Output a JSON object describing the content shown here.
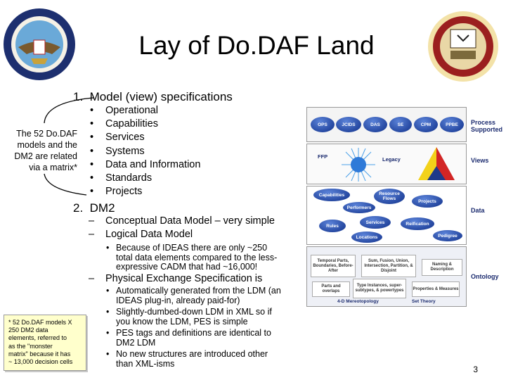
{
  "title": "Lay of Do.DAF Land",
  "logos": {
    "left": "dod-seal",
    "right": "dod-cio-seal"
  },
  "item1": {
    "number": "1.",
    "label": "Model (view) specifications",
    "bullets": [
      "Operational",
      "Capabilities",
      "Services",
      "Systems",
      "Data and Information",
      "Standards",
      "Projects"
    ]
  },
  "side_note": [
    "The 52 Do.DAF",
    "models and the",
    "DM2 are related",
    "via a matrix*"
  ],
  "item2": {
    "number": "2.",
    "label": "DM2",
    "sub1": "Conceptual Data Model – very simple",
    "sub2": "Logical Data Model",
    "sub2_bullet": [
      "Because of IDEAS there are only ~250",
      "total data elements compared to the less-",
      "expressive CADM that had ~16,000!"
    ],
    "sub3": "Physical Exchange Specification is",
    "sub3_bullets": [
      [
        "Automatically generated from the LDM (an",
        "IDEAS plug-in, already paid-for)"
      ],
      [
        "Slightly-dumbed-down LDM in XML so if",
        "you know the LDM, PES is simple"
      ],
      [
        "PES tags and definitions are identical to",
        "DM2 LDM"
      ],
      [
        "No new structures are introduced other",
        "than XML-isms"
      ]
    ]
  },
  "footnote": [
    "* 52 Do.DAF models X",
    "250 DM2 data",
    "elements, referred to",
    "as the \"monster",
    "matrix\" because it has",
    "~ 13,000 decision cells"
  ],
  "page_number": "3",
  "diagram": {
    "process_ovals": [
      "OPS",
      "JCIDS",
      "DAS",
      "SE",
      "CPM",
      "PPBE"
    ],
    "views_left": "FFP",
    "views_mid": "Legacy",
    "data_items": [
      "Capabilities",
      "Resource Flows",
      "Performers",
      "Projects",
      "Rules",
      "Services",
      "Pedigree",
      "Locations",
      "Reification"
    ],
    "onto_boxes": [
      "Temporal Parts, Boundaries, Before-After",
      "Sum, Fusion, Union, Intersection, Partition, & Disjoint",
      "Naming & Description",
      "Parts and overlaps",
      "Type Instances, super-subtypes, & powertypes",
      "Properties & Measures"
    ],
    "onto_captions": [
      "4-D Mereotopology",
      "Set Theory"
    ],
    "labels": {
      "process": [
        "Process",
        "Supported"
      ],
      "views": "Views",
      "data": "Data",
      "ontology": "Ontology"
    }
  }
}
